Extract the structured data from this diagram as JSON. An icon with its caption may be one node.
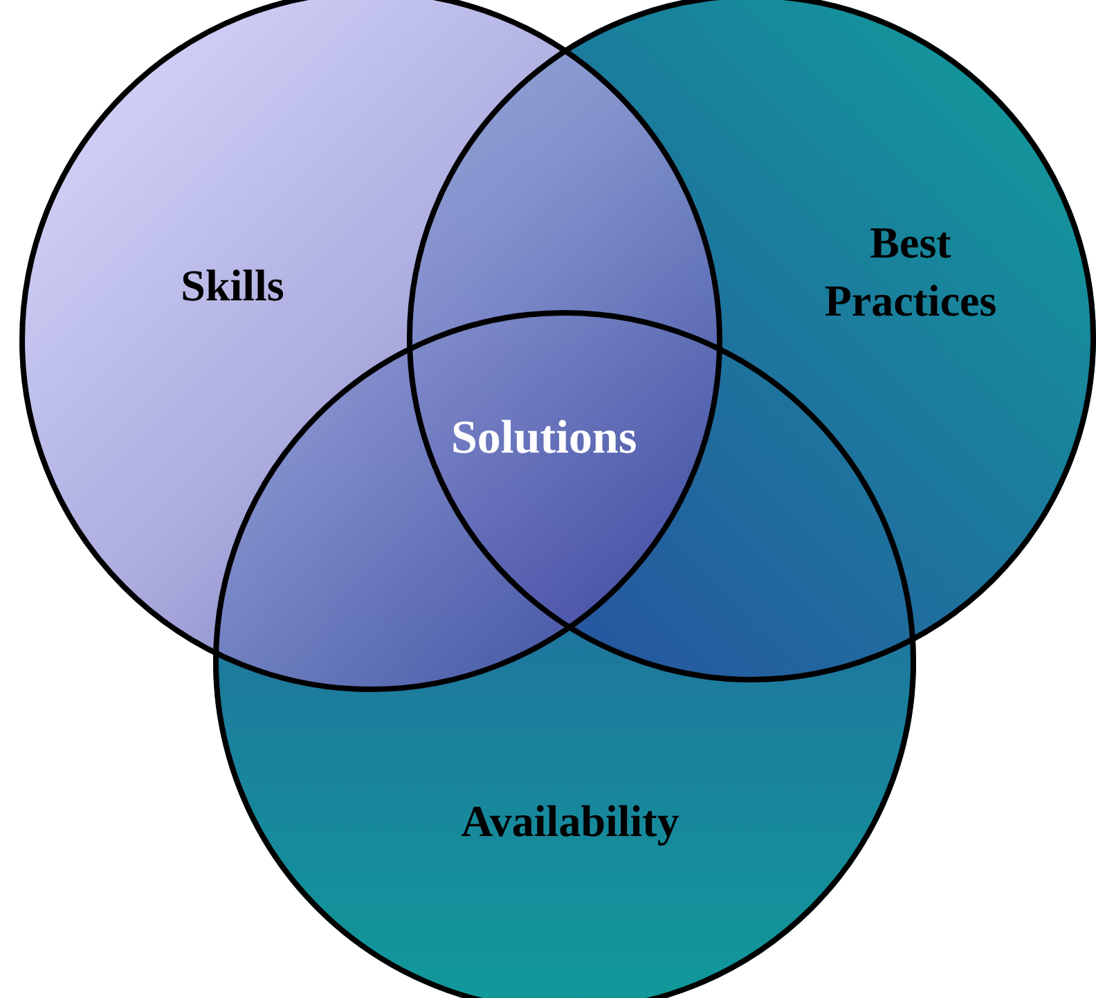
{
  "diagram": {
    "nodes": [
      {
        "text": [
          "Skills"
        ]
      },
      {
        "text": [
          "Best Practices"
        ]
      },
      {
        "text": [
          "Availability"
        ]
      }
    ],
    "labels": [
      "Solutions"
    ]
  }
}
